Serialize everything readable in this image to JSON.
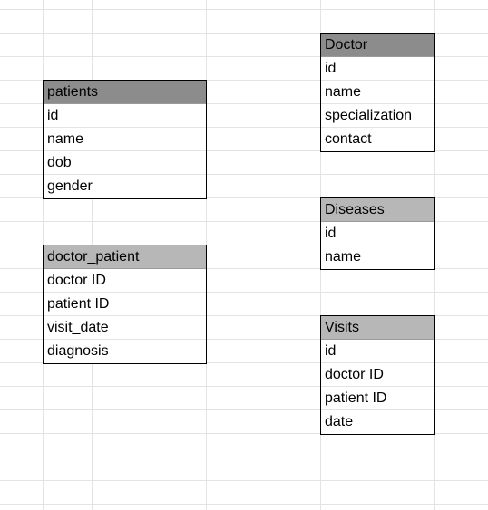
{
  "sheet": {
    "entities": {
      "patients": {
        "title": "patients",
        "header_color": "#8c8c8c",
        "fields": [
          "id",
          "name",
          "dob",
          "gender"
        ]
      },
      "doctor_patient": {
        "title": "doctor_patient",
        "header_color": "#b7b7b7",
        "fields": [
          "doctor ID",
          "patient ID",
          "visit_date",
          "diagnosis"
        ]
      },
      "doctor": {
        "title": "Doctor",
        "header_color": "#8c8c8c",
        "fields": [
          "id",
          "name",
          "specialization",
          "contact"
        ]
      },
      "diseases": {
        "title": "Diseases",
        "header_color": "#b7b7b7",
        "fields": [
          "id",
          "name"
        ]
      },
      "visits": {
        "title": "Visits",
        "header_color": "#b7b7b7",
        "fields": [
          "id",
          "doctor ID",
          "patient ID",
          "date"
        ]
      }
    }
  }
}
